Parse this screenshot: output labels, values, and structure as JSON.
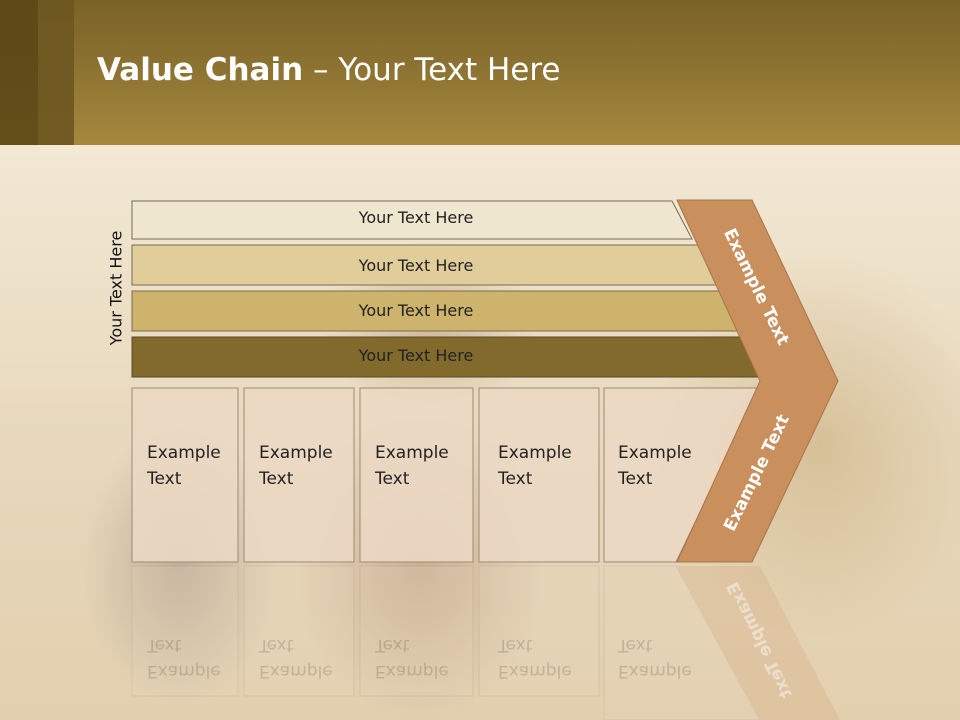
{
  "title": {
    "bold": "Value Chain",
    "rest": " – Your Text Here"
  },
  "side_label": "Your Text Here",
  "rows": [
    {
      "label": "Your Text Here",
      "color": "#efe6cf"
    },
    {
      "label": "Your Text Here",
      "color": "#e0cd9a"
    },
    {
      "label": "Your Text Here",
      "color": "#cdb36b"
    },
    {
      "label": "Your Text Here",
      "color": "#826a2c"
    }
  ],
  "columns": [
    {
      "line1": "Example",
      "line2": "Text"
    },
    {
      "line1": "Example",
      "line2": "Text"
    },
    {
      "line1": "Example",
      "line2": "Text"
    },
    {
      "line1": "Example",
      "line2": "Text"
    },
    {
      "line1": "Example",
      "line2": "Text"
    }
  ],
  "chevron": {
    "upper": "Example Text",
    "lower": "Example Text",
    "color": "#c98f5d"
  },
  "colors": {
    "header": "#8c7231",
    "box_fill": "#ecd8c4",
    "box_border": "#9a8a7a"
  }
}
